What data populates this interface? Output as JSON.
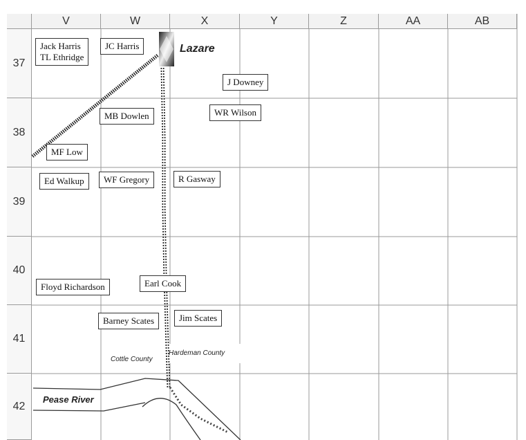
{
  "columns": [
    "V",
    "W",
    "X",
    "Y",
    "Z",
    "AA",
    "AB"
  ],
  "rows": [
    "37",
    "38",
    "39",
    "40",
    "41",
    "42"
  ],
  "town": {
    "name": "Lazare",
    "icon": "town-marker-icon"
  },
  "counties": {
    "west": "Cottle County",
    "east": "Hardeman County"
  },
  "river": "Pease River",
  "landowners": [
    "Jack Harris\nTL Ethridge",
    "JC Harris",
    "J Downey",
    "MB Dowlen",
    "WR Wilson",
    "MF Low",
    "Ed Walkup",
    "WF Gregory",
    "R Gasway",
    "Floyd Richardson",
    "Earl Cook",
    "Barney Scates",
    "Jim Scates"
  ],
  "colors": {
    "grid": "#9a9a9a",
    "header_bg": "#f2f2f2",
    "ink": "#222222"
  }
}
